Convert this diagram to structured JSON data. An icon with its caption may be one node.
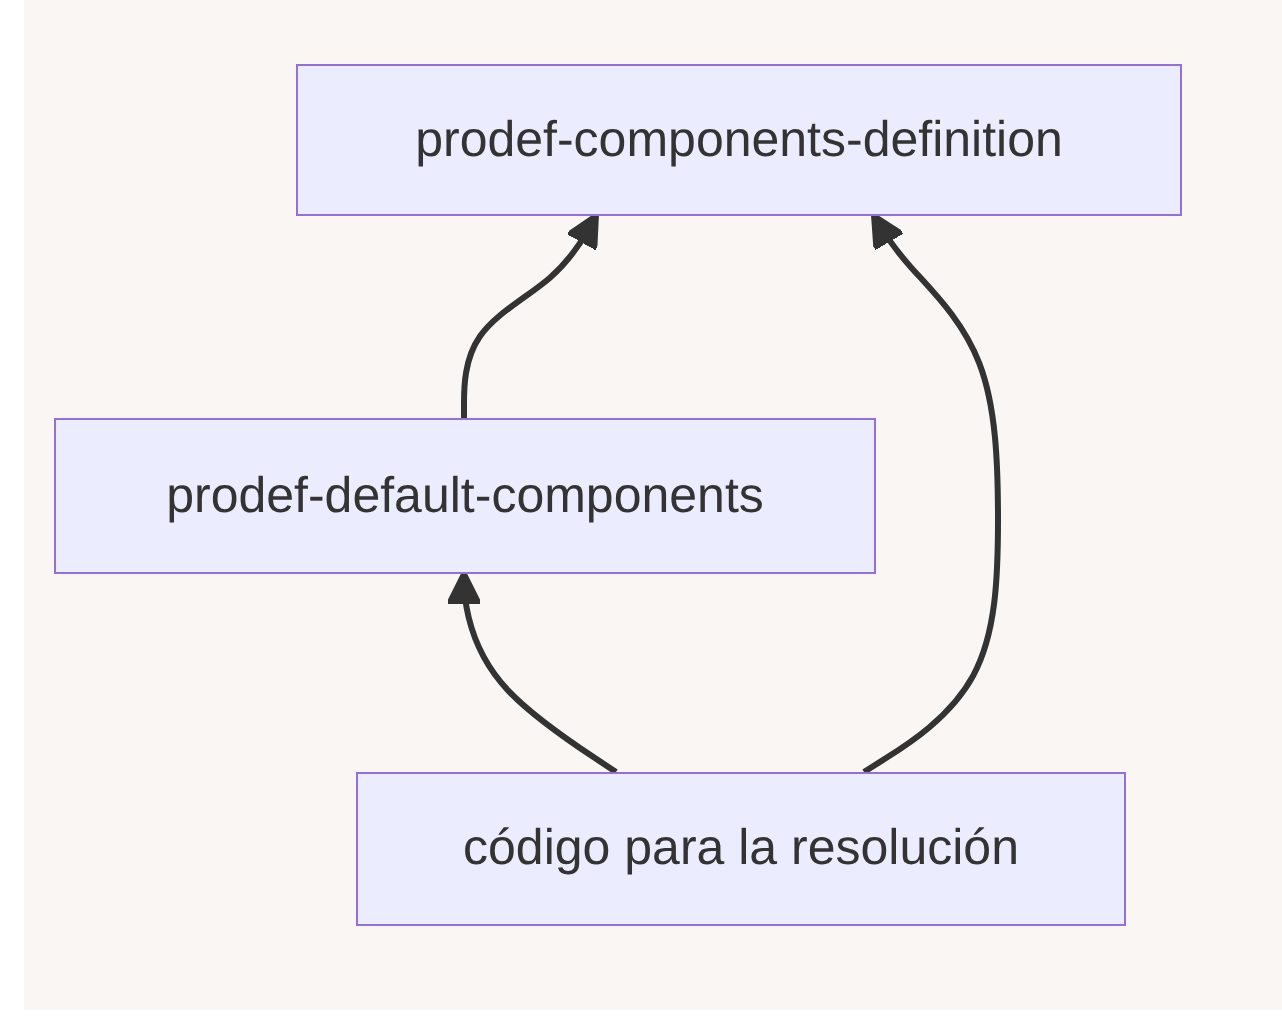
{
  "diagram": {
    "nodes": [
      {
        "text": [
          "prodef-components-definition"
        ]
      },
      {
        "text": [
          "prodef-default-components"
        ]
      },
      {
        "text": [
          "código para la resolución"
        ]
      }
    ],
    "edges": [
      {
        "from": 2,
        "to": 1,
        "arrow": "to"
      },
      {
        "from": 1,
        "to": 0,
        "arrow": "to"
      },
      {
        "from": 2,
        "to": 0,
        "arrow": "to"
      }
    ]
  }
}
